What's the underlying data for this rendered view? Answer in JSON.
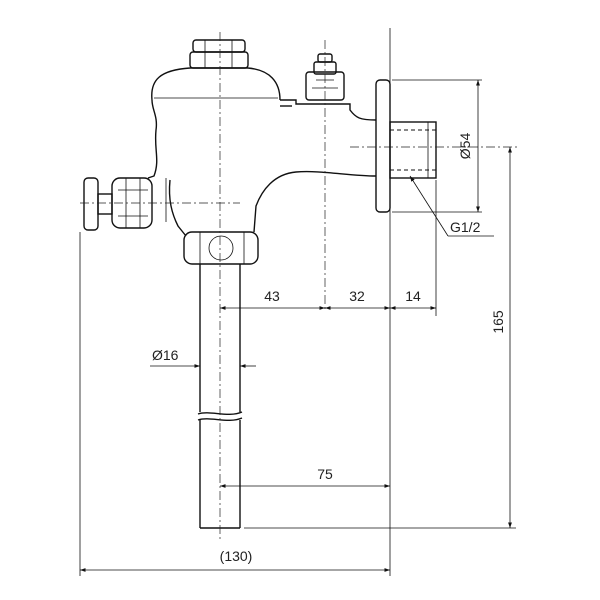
{
  "dimensions": {
    "d54": "Ø54",
    "g12": "G1/2",
    "d43": "43",
    "d32": "32",
    "d14": "14",
    "d165": "165",
    "d16": "Ø16",
    "d75": "75",
    "d130": "(130)"
  }
}
